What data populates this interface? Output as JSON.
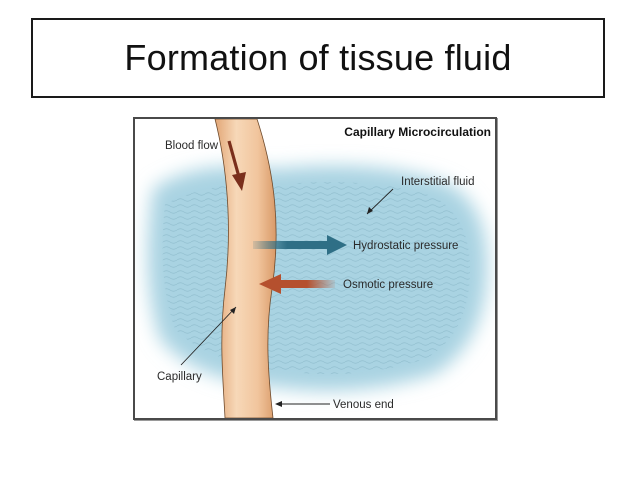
{
  "slide": {
    "title": "Formation of tissue fluid"
  },
  "figure": {
    "heading": "Capillary Microcirculation",
    "labels": {
      "blood_flow": "Blood flow",
      "interstitial_fluid": "Interstitial fluid",
      "hydrostatic_pressure": "Hydrostatic pressure",
      "osmotic_pressure": "Osmotic pressure",
      "capillary": "Capillary",
      "venous_end": "Venous end"
    },
    "colors": {
      "fluid": "#a9d3e2",
      "capillary_fill": "#f0c9a2",
      "capillary_edge": "#6e4a2c",
      "hydrostatic_arrow": "#2f6f86",
      "osmotic_arrow": "#b5502e",
      "blood_flow_arrow": "#7a2f1c"
    }
  }
}
